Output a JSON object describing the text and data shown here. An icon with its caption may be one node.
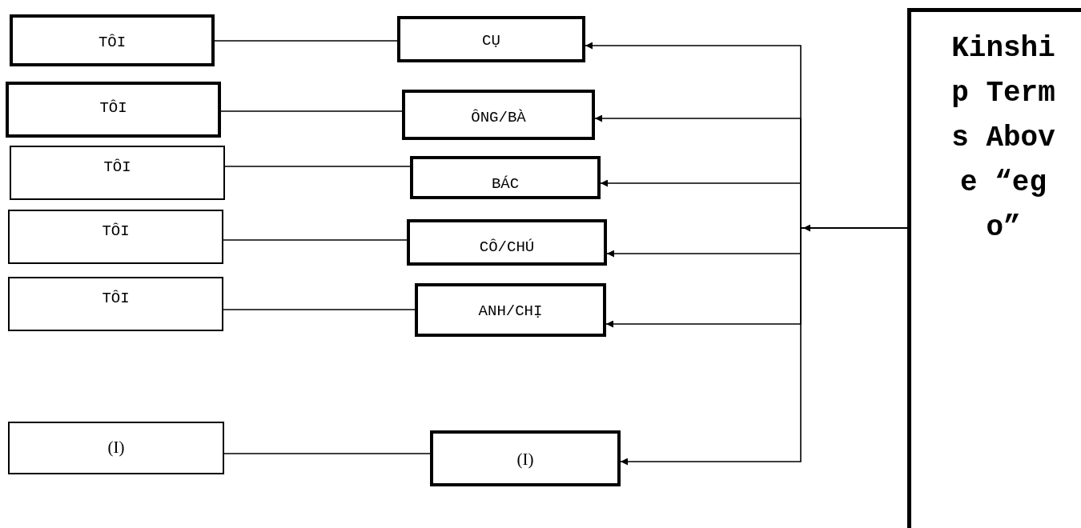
{
  "diagram": {
    "nodes": [
      {
        "text": [
          "TÔI"
        ]
      },
      {
        "text": [
          "TÔI"
        ]
      },
      {
        "text": [
          "TÔI"
        ]
      },
      {
        "text": [
          "TÔI"
        ]
      },
      {
        "text": [
          "TÔI"
        ]
      },
      {
        "text": [
          "(I)"
        ]
      },
      {
        "text": [
          "CỤ"
        ]
      },
      {
        "text": [
          "ÔNG/BÀ"
        ]
      },
      {
        "text": [
          "BÁC"
        ]
      },
      {
        "text": [
          "CÔ/CHÚ"
        ]
      },
      {
        "text": [
          "ANH/CHỊ"
        ]
      },
      {
        "text": [
          "(I)"
        ]
      },
      {
        "text": [
          "Kinship Terms Above “ego”"
        ]
      }
    ],
    "edges": [
      {
        "from": 0,
        "to": 6,
        "arrow": "none"
      },
      {
        "from": 1,
        "to": 7,
        "arrow": "none"
      },
      {
        "from": 2,
        "to": 8,
        "arrow": "none"
      },
      {
        "from": 3,
        "to": 9,
        "arrow": "none"
      },
      {
        "from": 4,
        "to": 10,
        "arrow": "none"
      },
      {
        "from": 5,
        "to": 11,
        "arrow": "none"
      },
      {
        "from": 12,
        "to": 6,
        "arrow": "to"
      },
      {
        "from": 12,
        "to": 7,
        "arrow": "to"
      },
      {
        "from": 12,
        "to": 8,
        "arrow": "to"
      },
      {
        "from": 12,
        "to": 9,
        "arrow": "to"
      },
      {
        "from": 12,
        "to": 10,
        "arrow": "to"
      },
      {
        "from": 12,
        "to": 11,
        "arrow": "to"
      }
    ]
  }
}
